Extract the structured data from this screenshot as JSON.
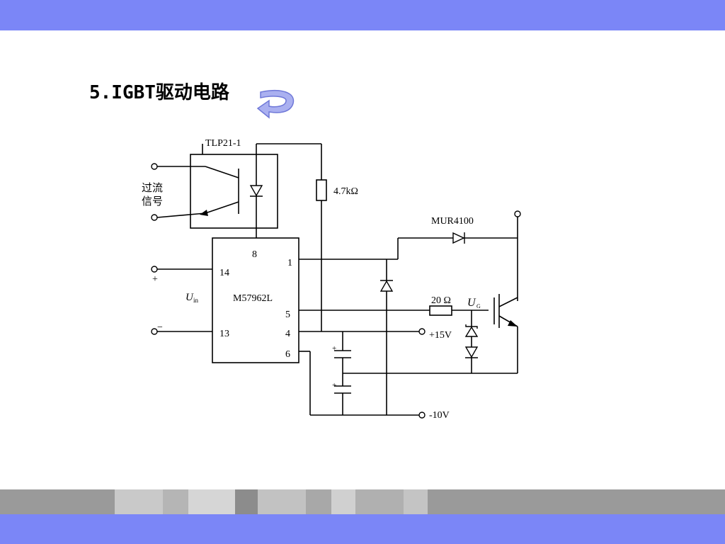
{
  "slide": {
    "title": "5.IGBT驱动电路"
  },
  "nav": {
    "back_icon": "curved-return-arrow-icon"
  },
  "colors": {
    "bar": "#7b86f7",
    "strip": "#9a9a9a"
  },
  "circuit": {
    "optocoupler_label": "TLP21-1",
    "overcurrent_label_line1": "过流",
    "overcurrent_label_line2": "信号",
    "ic_label": "M57962L",
    "pin_8": "8",
    "pin_1": "1",
    "pin_14": "14",
    "pin_13": "13",
    "pin_5": "5",
    "pin_4": "4",
    "pin_6": "6",
    "input_plus": "+",
    "input_minus": "−",
    "uin_main": "U",
    "uin_sub": "in",
    "resistor_1": "4.7kΩ",
    "resistor_2": "20 Ω",
    "diode_label": "MUR4100",
    "ug_main": "U",
    "ug_sub": "G",
    "supply_pos": "+15V",
    "supply_neg": "-10V",
    "cap_plus": "+"
  }
}
